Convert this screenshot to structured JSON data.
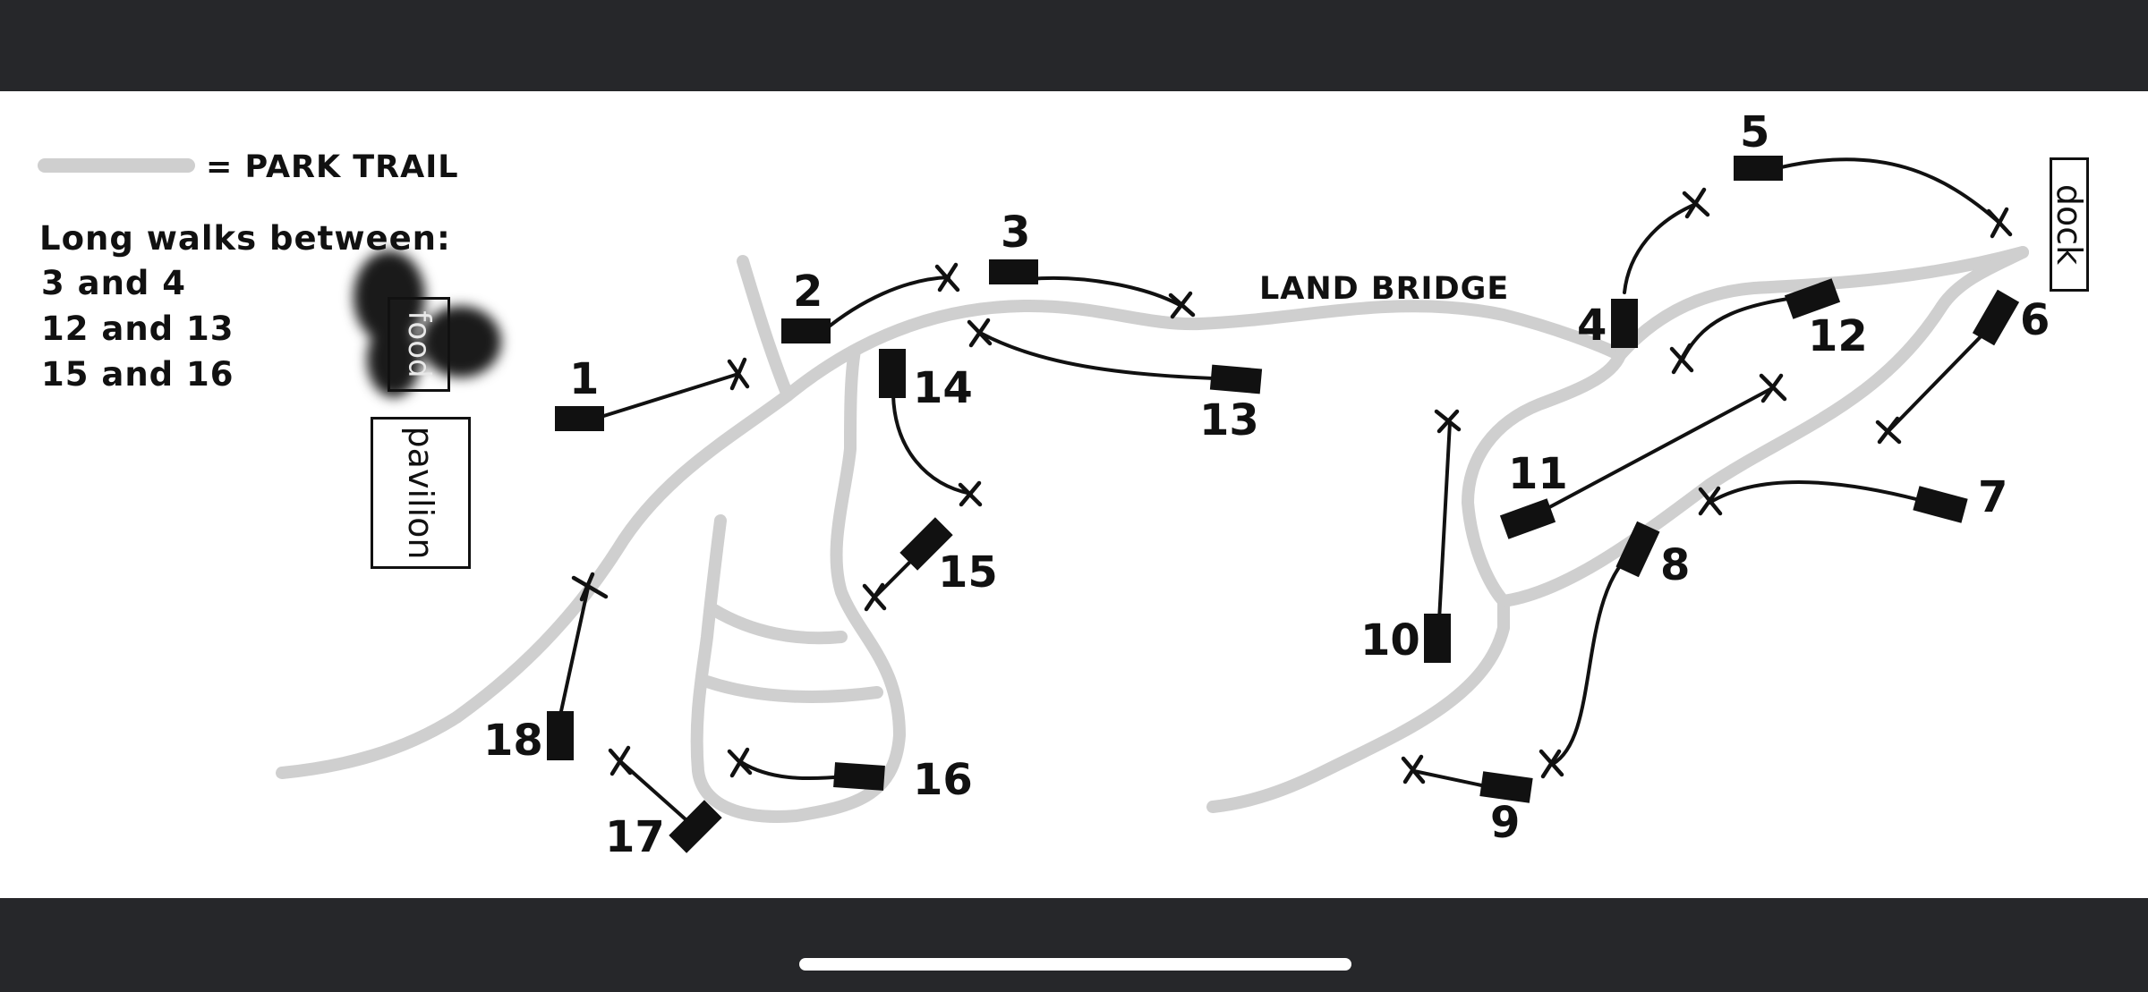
{
  "legend": {
    "trail_label": "= PARK TRAIL",
    "heading": "Long walks between:",
    "items": [
      "3 and 4",
      "12 and 13",
      "15 and 16"
    ]
  },
  "labels": {
    "land_bridge": "LAND BRIDGE",
    "food": "food",
    "pavilion": "pavilion",
    "dock": "dock"
  },
  "holes": [
    "1",
    "2",
    "3",
    "4",
    "5",
    "6",
    "7",
    "8",
    "9",
    "10",
    "11",
    "12",
    "13",
    "14",
    "15",
    "16",
    "17",
    "18"
  ],
  "colors": {
    "trail": "#cfcfcf",
    "ink": "#111111",
    "background": "#ffffff",
    "frame": "#26272a"
  }
}
